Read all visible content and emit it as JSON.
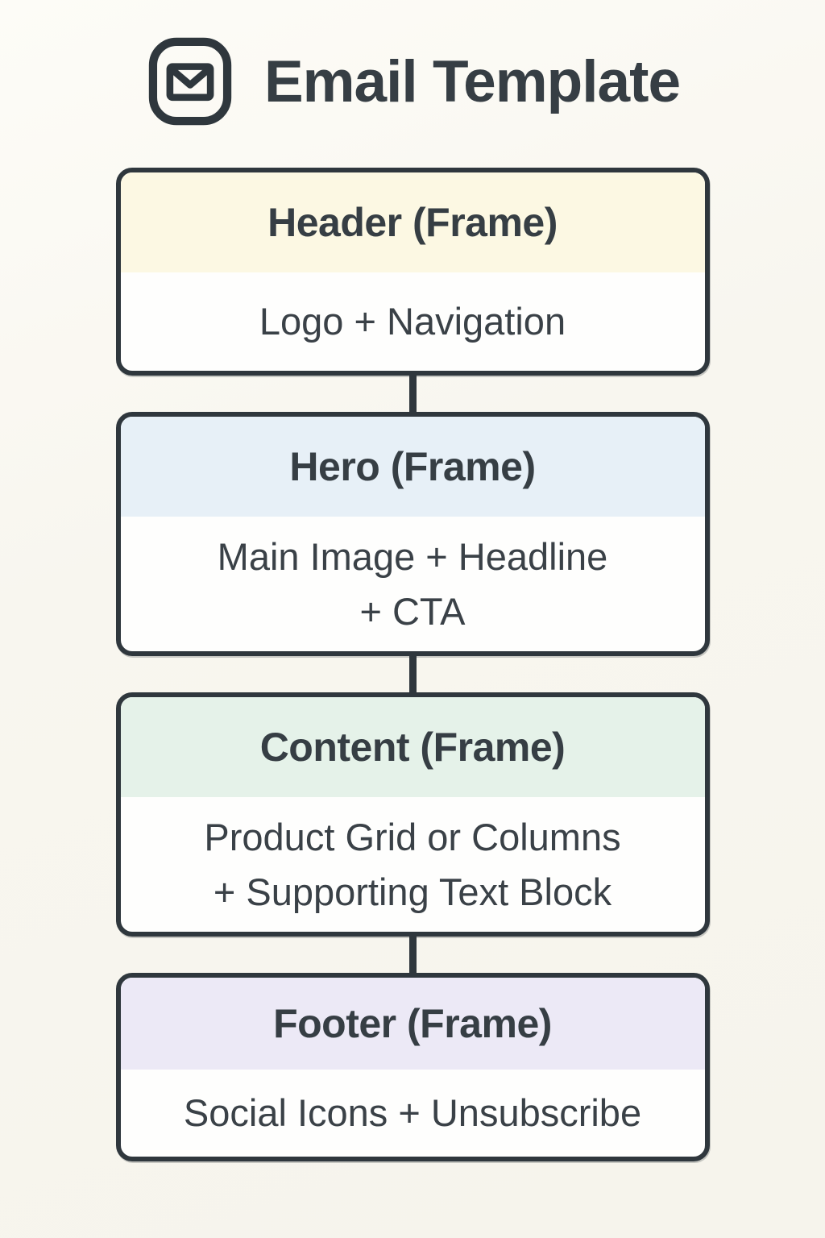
{
  "header": {
    "title": "Email Template",
    "icon": "email-envelope-icon"
  },
  "diagram": {
    "stroke_color": "#2f373d",
    "text_color": "#3a4147",
    "page_background": "#f8f6ef",
    "boxes": [
      {
        "id": "header-frame",
        "title": "Header (Frame)",
        "band_color": "#fcf8e3",
        "body": "Logo + Navigation"
      },
      {
        "id": "hero-frame",
        "title": "Hero (Frame)",
        "band_color": "#e7f0f7",
        "body": "Main Image + Headline\n+ CTA"
      },
      {
        "id": "content-frame",
        "title": "Content (Frame)",
        "band_color": "#e5f2e9",
        "body": "Product Grid or Columns\n+ Supporting Text Block"
      },
      {
        "id": "footer-frame",
        "title": "Footer (Frame)",
        "band_color": "#ece9f6",
        "body": "Social Icons + Unsubscribe"
      }
    ]
  }
}
